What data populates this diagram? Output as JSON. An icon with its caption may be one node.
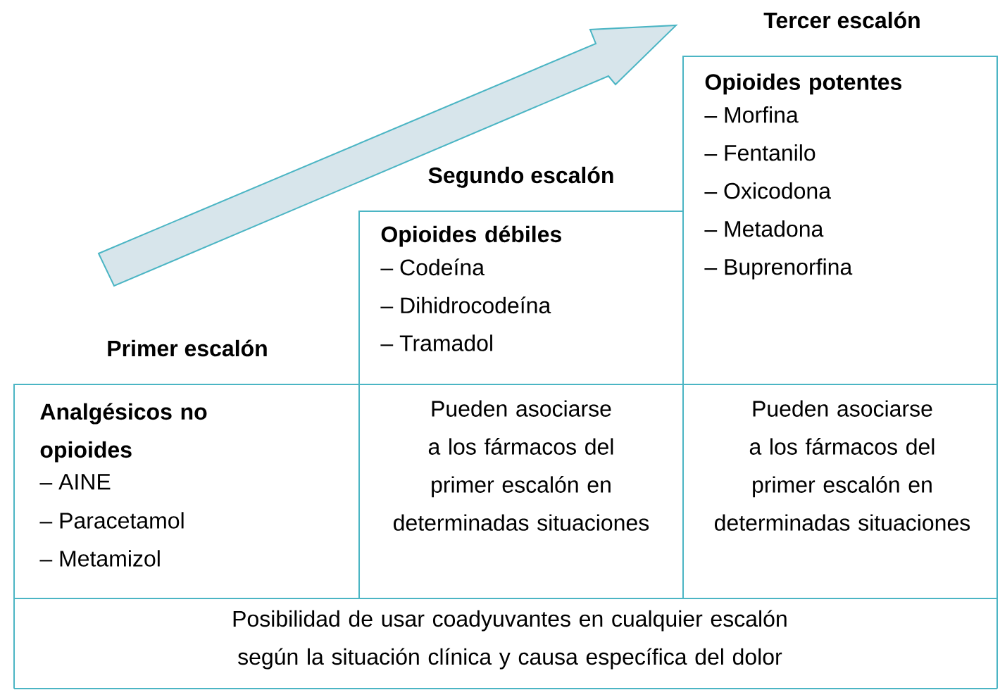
{
  "diagram": {
    "nodes": [
      {
        "text": [
          "Primer escalón",
          "Analgésicos no opioides",
          "– AINE",
          "– Paracetamol",
          "– Metamizol"
        ]
      },
      {
        "text": [
          "Segundo escalón",
          "Opioides débiles",
          "– Codeína",
          "– Dihidrocodeína",
          "– Tramadol"
        ]
      },
      {
        "text": [
          "Pueden asociarse a los fármacos del primer escalón en determinadas situaciones"
        ]
      },
      {
        "text": [
          "Tercer escalón",
          "Opioides potentes",
          "– Morfina",
          "– Fentanilo",
          "– Oxicodona",
          "– Metadona",
          "– Buprenorfina"
        ]
      },
      {
        "text": [
          "Pueden asociarse a los fármacos del primer escalón en determinadas situaciones"
        ]
      },
      {
        "text": [
          "Posibilidad de usar coadyuvantes en cualquier escalón según la situación clínica y causa específica del dolor"
        ]
      }
    ]
  }
}
